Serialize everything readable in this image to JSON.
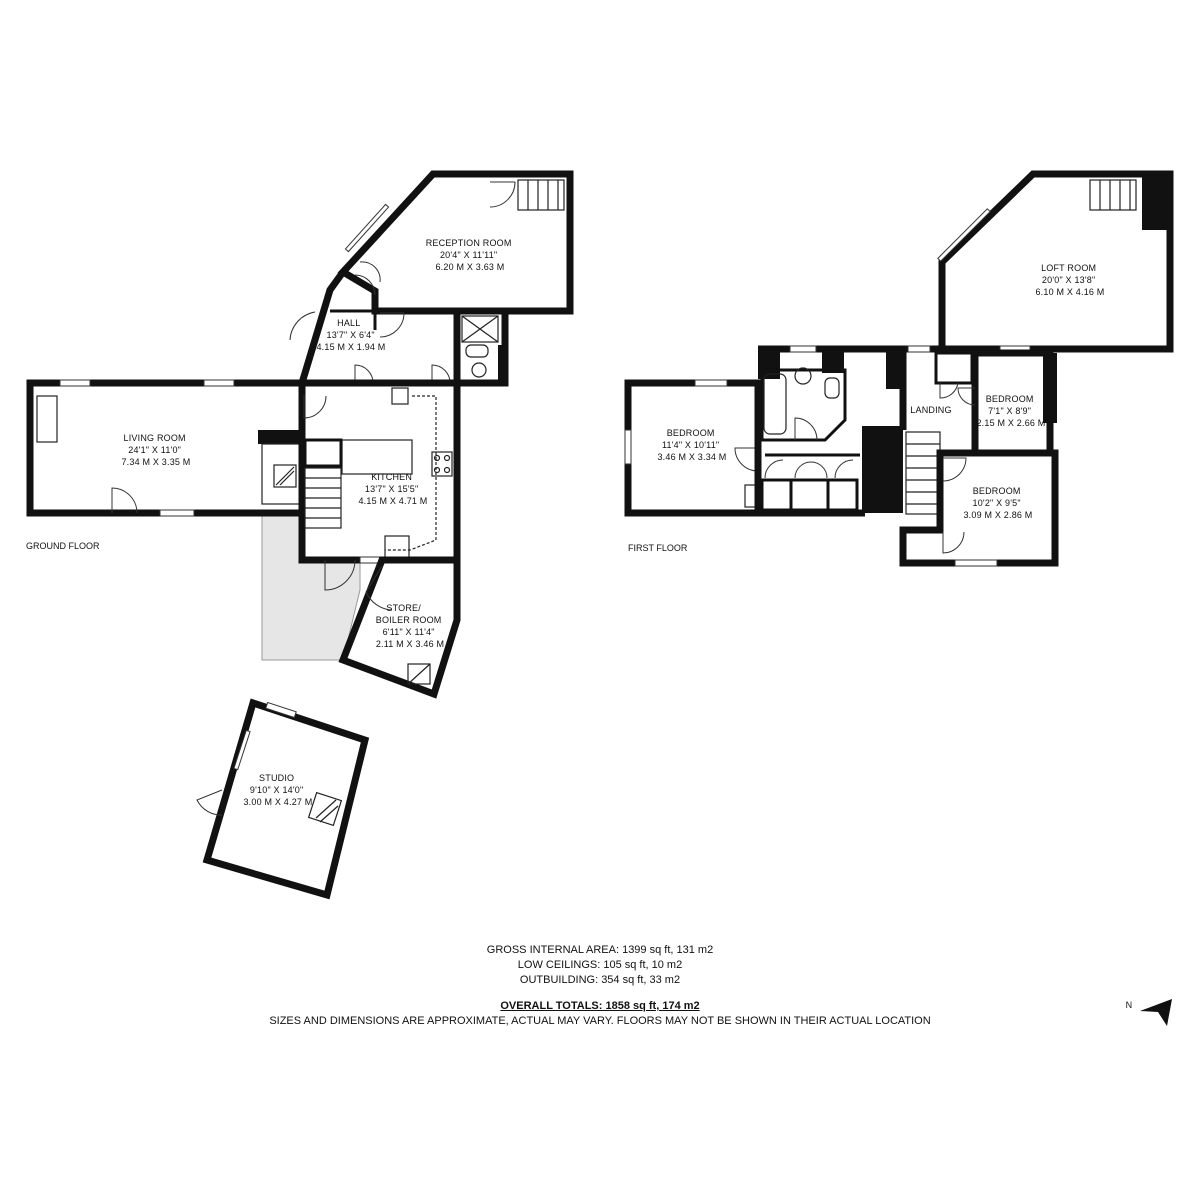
{
  "floors": {
    "ground": "GROUND FLOOR",
    "first": "FIRST FLOOR"
  },
  "rooms": {
    "reception": {
      "name": "RECEPTION ROOM",
      "imperial": "20'4\" X 11'11\"",
      "metric": "6.20 M X 3.63 M"
    },
    "hall": {
      "name": "HALL",
      "imperial": "13'7\" X 6'4\"",
      "metric": "4.15 M X 1.94 M"
    },
    "living": {
      "name": "LIVING ROOM",
      "imperial": "24'1\" X 11'0\"",
      "metric": "7.34 M X 3.35 M"
    },
    "kitchen": {
      "name": "KITCHEN",
      "imperial": "13'7\" X 15'5\"",
      "metric": "4.15 M X 4.71 M"
    },
    "store": {
      "name_line1": "STORE/",
      "name_line2": "BOILER ROOM",
      "imperial": "6'11\" X 11'4\"",
      "metric": "2.11 M X 3.46 M"
    },
    "studio": {
      "name": "STUDIO",
      "imperial": "9'10\" X 14'0\"",
      "metric": "3.00 M X 4.27 M"
    },
    "loft": {
      "name": "LOFT ROOM",
      "imperial": "20'0\" X 13'8\"",
      "metric": "6.10 M X 4.16 M"
    },
    "bedroom1": {
      "name": "BEDROOM",
      "imperial": "11'4\" X 10'11\"",
      "metric": "3.46 M X 3.34 M"
    },
    "bedroom2": {
      "name": "BEDROOM",
      "imperial": "7'1\" X 8'9\"",
      "metric": "2.15 M X 2.66 M"
    },
    "bedroom3": {
      "name": "BEDROOM",
      "imperial": "10'2\" X 9'5\"",
      "metric": "3.09 M X 2.86 M"
    },
    "landing": {
      "name": "LANDING"
    }
  },
  "totals": {
    "gross": "GROSS INTERNAL AREA: 1399 sq ft, 131 m2",
    "low_ceilings": "LOW CEILINGS: 105 sq ft, 10 m2",
    "outbuilding": "OUTBUILDING: 354 sq ft, 33 m2",
    "overall": "OVERALL TOTALS: 1858 sq ft, 174 m2",
    "disclaimer": "SIZES AND DIMENSIONS ARE APPROXIMATE, ACTUAL MAY VARY.  FLOORS MAY NOT BE SHOWN IN THEIR ACTUAL LOCATION"
  },
  "compass": {
    "label": "N",
    "icon": "north-arrow-icon"
  }
}
